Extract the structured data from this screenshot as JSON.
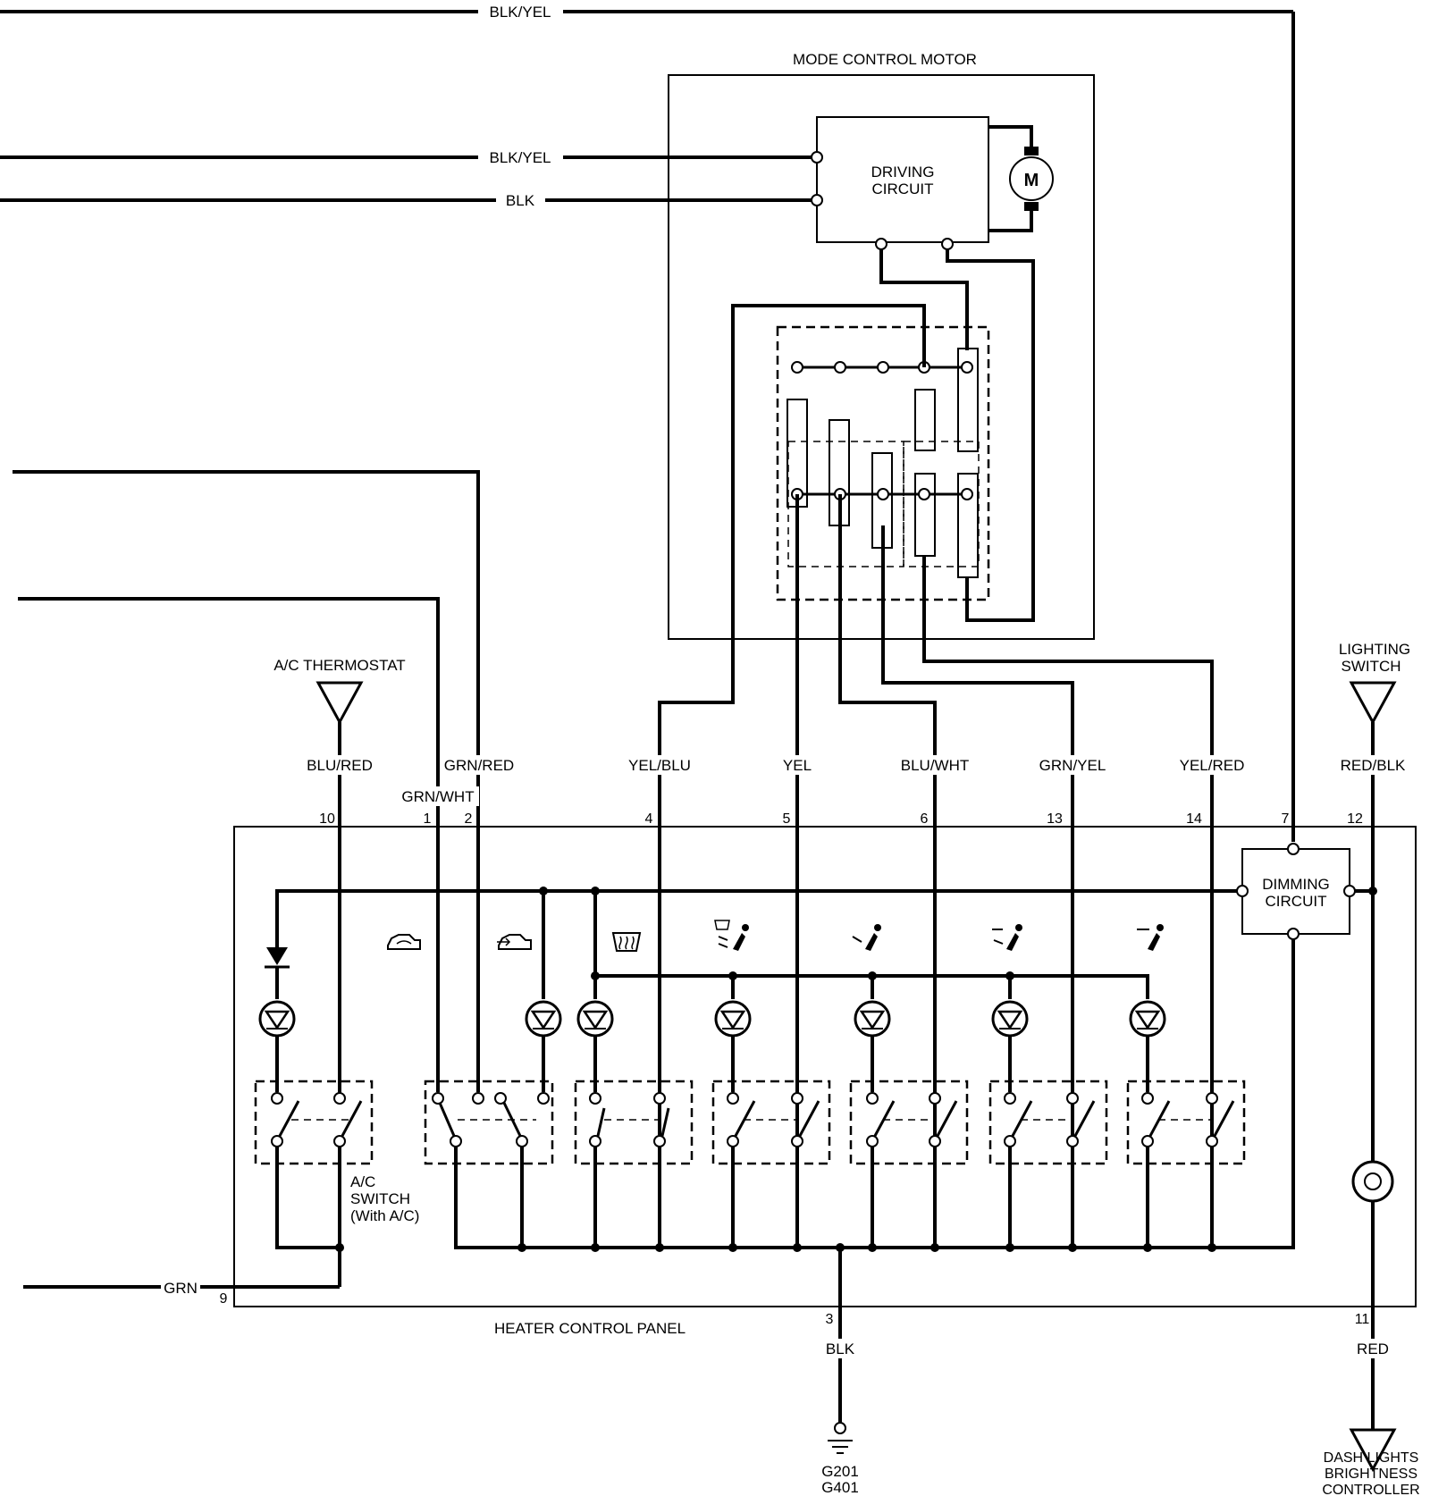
{
  "components": {
    "mode_control_motor": "MODE CONTROL MOTOR",
    "driving_circuit_l1": "DRIVING",
    "driving_circuit_l2": "CIRCUIT",
    "motor_symbol": "M",
    "ac_thermostat": "A/C THERMOSTAT",
    "lighting_switch_l1": "LIGHTING",
    "lighting_switch_l2": "SWITCH",
    "dimming_circuit_l1": "DIMMING",
    "dimming_circuit_l2": "CIRCUIT",
    "ac_switch_l1": "A/C",
    "ac_switch_l2": "SWITCH",
    "ac_switch_l3": "(With A/C)",
    "heater_control_panel": "HEATER CONTROL PANEL",
    "dash_lights_l1": "DASH LIGHTS",
    "dash_lights_l2": "BRIGHTNESS",
    "dash_lights_l3": "CONTROLLER",
    "ground_l1": "G201",
    "ground_l2": "G401"
  },
  "wires": {
    "top_blk_yel": "BLK/YEL",
    "motor_blk_yel": "BLK/YEL",
    "motor_blk": "BLK",
    "blu_red": "BLU/RED",
    "grn_red": "GRN/RED",
    "grn_wht": "GRN/WHT",
    "yel_blu": "YEL/BLU",
    "yel": "YEL",
    "blu_wht": "BLU/WHT",
    "grn_yel": "GRN/YEL",
    "yel_red": "YEL/RED",
    "red_blk": "RED/BLK",
    "grn": "GRN",
    "blk": "BLK",
    "red": "RED"
  },
  "pins": {
    "p10": "10",
    "p1": "1",
    "p2": "2",
    "p4": "4",
    "p5": "5",
    "p6": "6",
    "p13": "13",
    "p14": "14",
    "p7": "7",
    "p12": "12",
    "p9": "9",
    "p3": "3",
    "p11": "11"
  },
  "mode_icons": [
    "recirculate-icon",
    "fresh-air-icon",
    "defrost-icon",
    "defrost-floor-icon",
    "floor-icon",
    "bi-level-icon",
    "vent-icon"
  ]
}
